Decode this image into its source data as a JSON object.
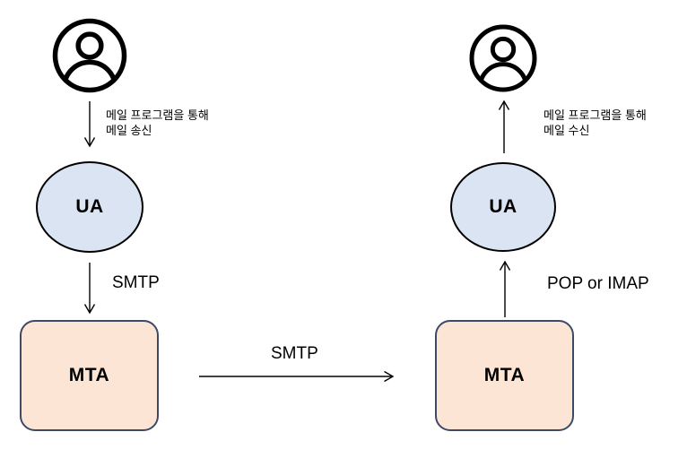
{
  "sender": {
    "annotation": {
      "line1": "메일 프로그램을 통해",
      "line2": "메일 송신"
    },
    "ua_label": "UA",
    "ua_to_mta_protocol": "SMTP",
    "mta_label": "MTA"
  },
  "transfer": {
    "protocol": "SMTP"
  },
  "receiver": {
    "mta_label": "MTA",
    "mta_to_ua_protocol": "POP or IMAP",
    "ua_label": "UA",
    "annotation": {
      "line1": "메일 프로그램을 통해",
      "line2": "메일 수신"
    }
  },
  "colors": {
    "background": "#ffffff",
    "ua_fill": "#dbe4f3",
    "ua_border": "#000000",
    "mta_fill": "#fce5d5",
    "mta_border": "#3c4a66",
    "arrow": "#000000",
    "text": "#000000"
  }
}
